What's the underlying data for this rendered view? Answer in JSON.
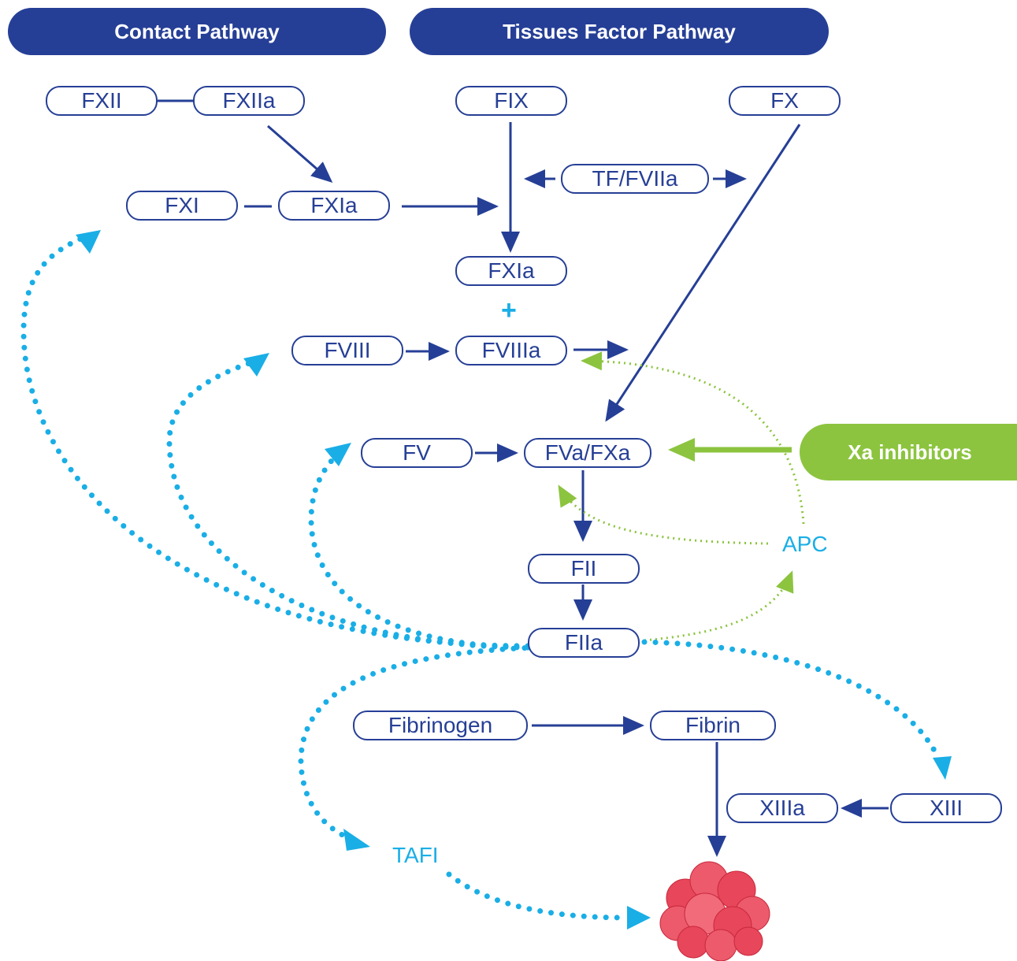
{
  "headers": {
    "contact": "Contact Pathway",
    "tissue_factor": "Tissues Factor Pathway"
  },
  "nodes": {
    "fxii": "FXII",
    "fxiia": "FXIIa",
    "fix": "FIX",
    "fx": "FX",
    "tf_fviia": "TF/FVIIa",
    "fxi": "FXI",
    "fxia": "FXIa",
    "fxia_center": "FXIa",
    "fviii": "FVIII",
    "fviiia": "FVIIIa",
    "fv": "FV",
    "fva_fxa": "FVa/FXa",
    "fii": "FII",
    "fiia": "FIIa",
    "fibrinogen": "Fibrinogen",
    "fibrin": "Fibrin",
    "xiiia": "XIIIa",
    "xiii": "XIII"
  },
  "labels": {
    "plus": "+",
    "apc": "APC",
    "tafi": "TAFI",
    "xa_inhibitors": "Xa inhibitors"
  },
  "colors": {
    "navy": "#263f96",
    "cyan": "#1aaee6",
    "green": "#8cc43f",
    "clot": "#e8465a"
  },
  "icons": {
    "clot": "blood-clot-icon"
  }
}
